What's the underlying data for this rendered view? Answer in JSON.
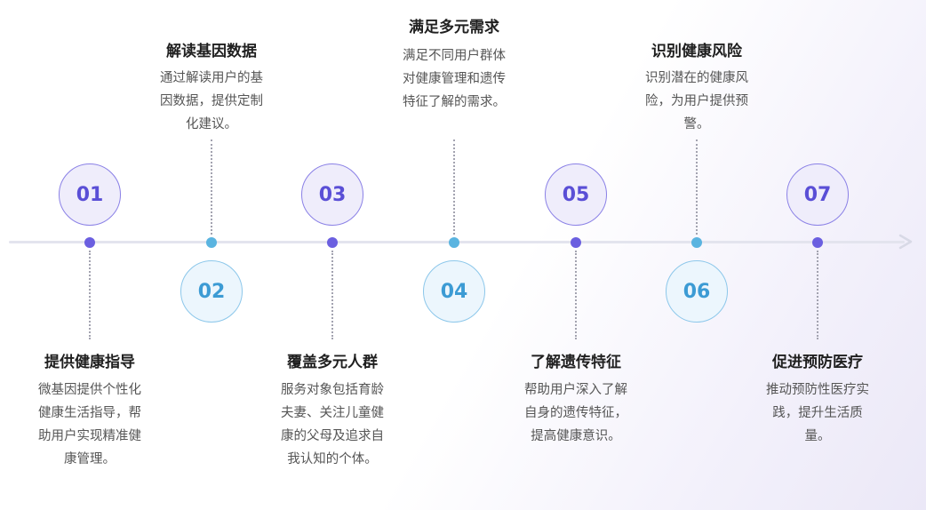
{
  "steps": [
    {
      "number": "01",
      "title": "提供健康指导",
      "description": "微基因提供个性化健康生活指导，帮助用户实现精准健康管理。"
    },
    {
      "number": "02",
      "title": "解读基因数据",
      "description": "通过解读用户的基因数据，提供定制化建议。"
    },
    {
      "number": "03",
      "title": "覆盖多元人群",
      "description": "服务对象包括育龄夫妻、关注儿童健康的父母及追求自我认知的个体。"
    },
    {
      "number": "04",
      "title": "满足多元需求",
      "description": "满足不同用户群体对健康管理和遗传特征了解的需求。"
    },
    {
      "number": "05",
      "title": "了解遗传特征",
      "description": "帮助用户深入了解自身的遗传特征，提高健康意识。"
    },
    {
      "number": "06",
      "title": "识别健康风险",
      "description": "识别潜在的健康风险，为用户提供预警。"
    },
    {
      "number": "07",
      "title": "促进预防医疗",
      "description": "推动预防性医疗实践，提升生活质量。"
    }
  ],
  "colors": {
    "odd_accent": "#5a4fd6",
    "even_accent": "#3c9bd4",
    "axis": "#e3e4ee"
  }
}
